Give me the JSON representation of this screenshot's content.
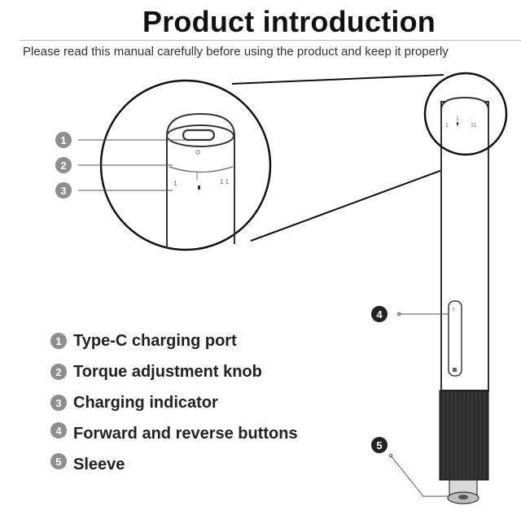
{
  "header": {
    "title": "Product introduction",
    "subtitle": "Please read this manual carefully before using the product and keep it properly"
  },
  "legend": [
    {
      "num": "1",
      "label": "Type-C charging port"
    },
    {
      "num": "2",
      "label": "Torque adjustment knob"
    },
    {
      "num": "3",
      "label": "Charging indicator"
    },
    {
      "num": "4",
      "label": "Forward and reverse buttons"
    },
    {
      "num": "5",
      "label": "Sleeve"
    }
  ],
  "callouts": {
    "c1": "1",
    "c2": "2",
    "c3": "3",
    "c4": "4",
    "c5": "5"
  }
}
